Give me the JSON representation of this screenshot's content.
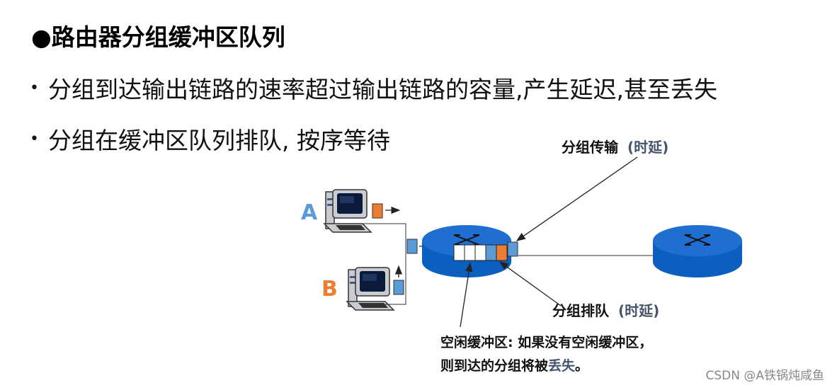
{
  "title": "●路由器分组缓冲区队列",
  "bullets": [
    "分组到达输出链路的速率超过输出链路的容量,产生延迟,甚至丢失",
    "分组在缓冲区队列排队, 按序等待"
  ],
  "bullet_marker": "•",
  "diagram": {
    "host_a_label": "A",
    "host_b_label": "B",
    "transmission_label": "分组传输",
    "transmission_delay": "(时延)",
    "queueing_label": "分组排队",
    "queueing_delay": "(时延)",
    "free_buffer_line1": "空闲缓冲区: 如果没有空闲缓冲区，",
    "free_buffer_line2_prefix": "则到达的分组将被",
    "free_buffer_line2_highlight": "丢失",
    "free_buffer_line2_suffix": "。",
    "colors": {
      "router_blue": "#0a5fbf",
      "packet_blue": "#5b9bd5",
      "packet_orange": "#ed7d31",
      "label_a": "#5b9bd5",
      "label_b": "#ed7d31",
      "delay_text": "#44546a"
    }
  },
  "watermark": "CSDN @A铁锅炖咸鱼"
}
